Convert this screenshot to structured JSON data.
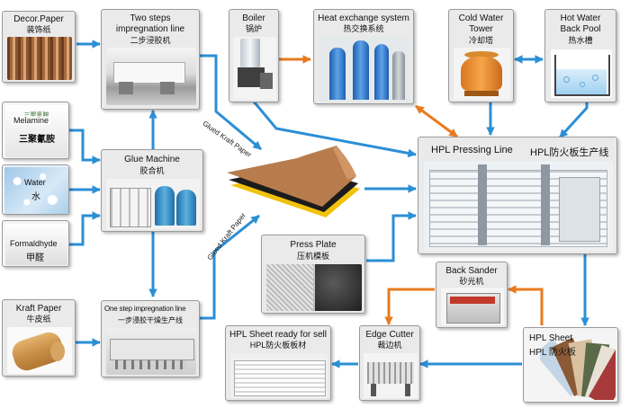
{
  "nodes": {
    "decor_paper": {
      "en": "Decor.Paper",
      "zh": "装饰纸"
    },
    "two_steps": {
      "en": "Two steps",
      "en2": "impregnation line",
      "zh": "二步浸胶机"
    },
    "boiler": {
      "en": "Boiler",
      "zh": "锅炉"
    },
    "heat_exchange": {
      "en": "Heat exchange system",
      "zh": "热交换系统"
    },
    "cold_water": {
      "en": "Cold Water",
      "en2": "Tower",
      "zh": "冷却塔"
    },
    "hot_water": {
      "en": "Hot Water",
      "en2": "Back Pool",
      "zh": "热水槽"
    },
    "melamine": {
      "en": "Melamine",
      "zh": "三聚氰胺",
      "bag_text": "三聚氰胺"
    },
    "water": {
      "en": "Water",
      "zh": "水"
    },
    "formaldehyde": {
      "en": "Formaldhyde",
      "zh": "甲醛"
    },
    "glue_machine": {
      "en": "Glue Machine",
      "zh": "胶合机"
    },
    "hpl_pressing": {
      "en": "HPL Pressing Line",
      "zh": "HPL防火板生产线"
    },
    "press_plate": {
      "en": "Press Plate",
      "zh": "压机模板"
    },
    "back_sander": {
      "en": "Back Sander",
      "zh": "砂光机"
    },
    "kraft_paper": {
      "en": "Kraft Paper",
      "zh": "牛皮纸"
    },
    "one_step": {
      "en": "One step impregnation line",
      "zh": "一步浸胶干燥生产线"
    },
    "hpl_ready": {
      "en": "HPL Sheet ready for sell",
      "zh": "HPL防火板板材"
    },
    "edge_cutter": {
      "en": "Edge Cutter",
      "zh": "裁边机"
    },
    "hpl_sheet": {
      "en": "HPL Sheet",
      "zh": "HPL 防火板"
    }
  },
  "edge_labels": {
    "glued_top": "Glued Kraft Paper",
    "glued_bottom": "Glued Kraft Paper"
  },
  "colors": {
    "flow_blue": "#2b8fd6",
    "flow_orange": "#e87a1e",
    "node_bg": "#eaeaea",
    "node_border": "#9a9a9a",
    "kraft_layer": "#b87c4c",
    "black_layer": "#1c1c1c",
    "yellow_layer": "#f0c20e"
  }
}
